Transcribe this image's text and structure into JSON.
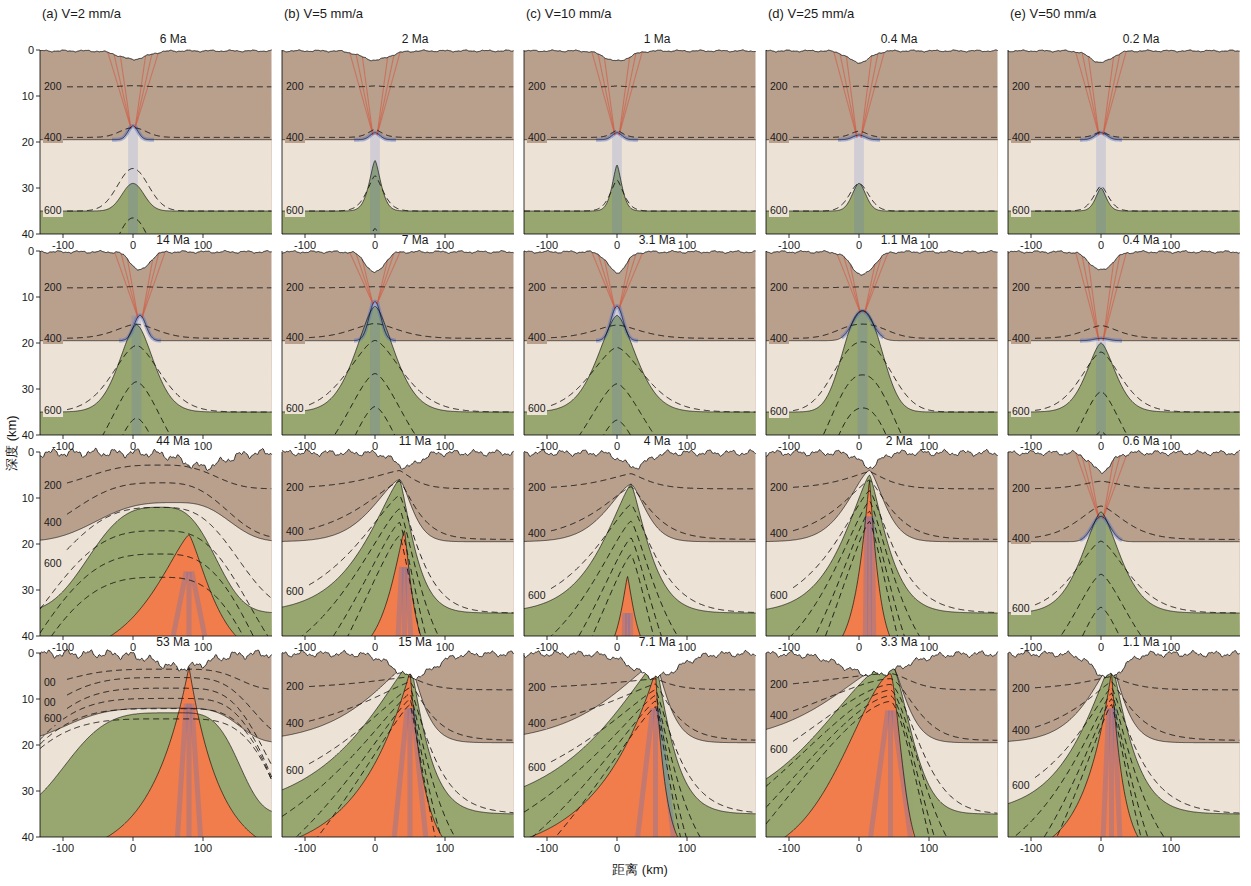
{
  "diagram": {
    "labels": [
      "(a) V=2 mm/a",
      "(b) V=5 mm/a",
      "(c) V=10 mm/a",
      "(d) V=25 mm/a",
      "(e) V=50 mm/a",
      "深度 (km)",
      "距离 (km)",
      "0",
      "10",
      "20",
      "30",
      "40",
      "6 Ma",
      "-100",
      "0",
      "100",
      "200",
      "400",
      "600",
      "2 Ma",
      "-100",
      "0",
      "100",
      "200",
      "400",
      "600",
      "1 Ma",
      "-100",
      "0",
      "100",
      "200",
      "400",
      "0.4 Ma",
      "-100",
      "0",
      "100",
      "200",
      "400",
      "600",
      "0.2 Ma",
      "-100",
      "0",
      "100",
      "200",
      "400",
      "600",
      "0",
      "10",
      "20",
      "30",
      "40",
      "14 Ma",
      "-100",
      "0",
      "100",
      "200",
      "400",
      "600",
      "7 Ma",
      "-100",
      "0",
      "100",
      "200",
      "400",
      "600",
      "3.1 Ma",
      "-100",
      "0",
      "100",
      "200",
      "400",
      "600",
      "1.1 Ma",
      "-100",
      "0",
      "100",
      "200",
      "400",
      "600",
      "0.4 Ma",
      "-100",
      "0",
      "100",
      "200",
      "400",
      "600",
      "0",
      "10",
      "20",
      "30",
      "40",
      "44 Ma",
      "-100",
      "0",
      "100",
      "200",
      "400",
      "600",
      "11 Ma",
      "-100",
      "0",
      "100",
      "200",
      "400",
      "600",
      "4 Ma",
      "-100",
      "0",
      "100",
      "200",
      "400",
      "600",
      "2 Ma",
      "-100",
      "0",
      "100",
      "200",
      "400",
      "600",
      "0.6 Ma",
      "-100",
      "0",
      "100",
      "200",
      "400",
      "600",
      "0",
      "10",
      "20",
      "30",
      "40",
      "53 Ma",
      "-100",
      "0",
      "100",
      "00",
      "00",
      "600",
      "15 Ma",
      "-100",
      "0",
      "100",
      "200",
      "400",
      "600",
      "7.1 Ma",
      "-100",
      "0",
      "100",
      "200",
      "400",
      "600",
      "3.3 Ma",
      "-100",
      "0",
      "100",
      "200",
      "400",
      "600",
      "1.1 Ma",
      "-100",
      "0",
      "100",
      "200",
      "400",
      "600"
    ]
  }
}
